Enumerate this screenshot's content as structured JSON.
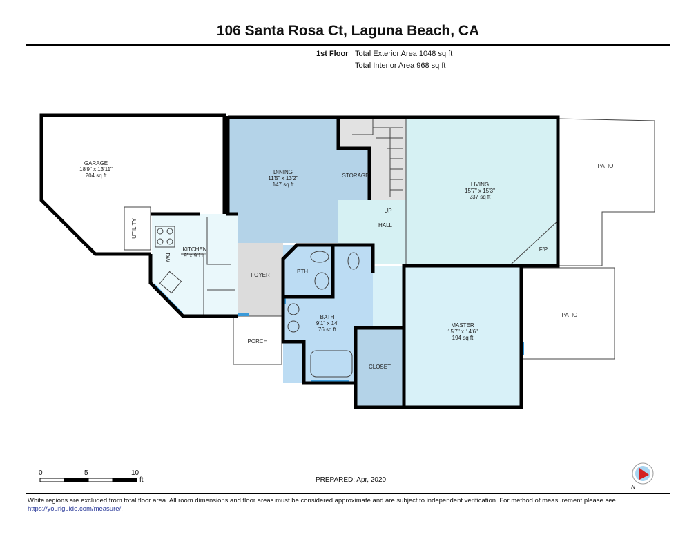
{
  "title": "106 Santa Rosa Ct, Laguna Beach, CA",
  "floor": {
    "label": "1st Floor",
    "exterior_area": "Total Exterior Area 1048 sq ft",
    "interior_area": "Total Interior Area 968 sq ft"
  },
  "rooms": {
    "garage": {
      "name": "GARAGE",
      "dims": "18'9\" x 13'11\"",
      "area": "204 sq ft"
    },
    "dining": {
      "name": "DINING",
      "dims": "11'5\" x 13'2\"",
      "area": "147 sq ft"
    },
    "living": {
      "name": "LIVING",
      "dims": "15'7\" x 15'3\"",
      "area": "237 sq ft"
    },
    "kitchen": {
      "name": "KITCHEN",
      "dims": "9' x 9'11\""
    },
    "master": {
      "name": "MASTER",
      "dims": "15'7\" x 14'6\"",
      "area": "194 sq ft"
    },
    "bath": {
      "name": "BATH",
      "dims": "9'1\" x 14'",
      "area": "76 sq ft"
    },
    "storage": "STORAGE",
    "utility": "UTILITY",
    "foyer": "FOYER",
    "bth": "BTH",
    "hall": "HALL",
    "up": "UP",
    "fp": "F/P",
    "closet": "CLOSET",
    "porch": "PORCH",
    "patio1": "PATIO",
    "patio2": "PATIO",
    "dw": "DW"
  },
  "scale": {
    "ticks": [
      "0",
      "5",
      "10"
    ],
    "unit": "ft"
  },
  "prepared": "PREPARED: Apr, 2020",
  "compass": "N",
  "footer": {
    "text": "White regions are excluded from total floor area. All room dimensions and floor areas must be considered approximate and are subject to independent verification. For method of measurement please see ",
    "link": "https://youriguide.com/measure/",
    "end": "."
  },
  "colors": {
    "dining": "#b4d3e8",
    "living": "#d6f1f3",
    "bath": "#bcdcf3",
    "foyer": "#dcdcdc",
    "window": "#3a9ad9"
  }
}
